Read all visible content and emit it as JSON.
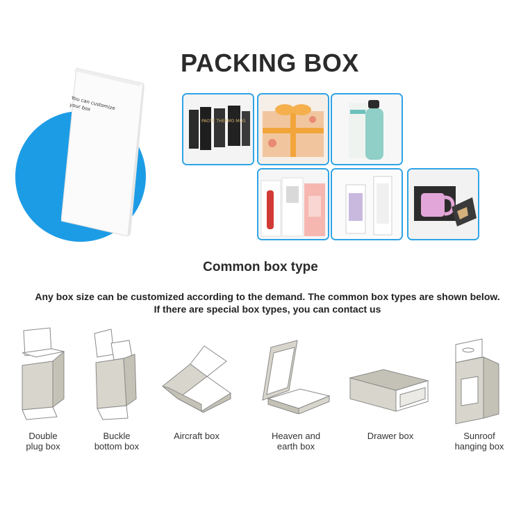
{
  "hero": {
    "box_text": "You can customize your box",
    "circle_color": "#1d9ce6"
  },
  "title": "PACKING BOX",
  "gallery": {
    "frame_color": "#2ea3e6",
    "items": [
      {
        "text": "PAOTE THERMO MUG"
      },
      {
        "text": ""
      },
      {
        "text": ""
      },
      {
        "text": ""
      },
      {
        "text": ""
      },
      {
        "text": ""
      }
    ]
  },
  "subtitle": "Common box type",
  "description": {
    "line1": "Any box size can be customized according to the demand. The common box types are shown below.",
    "line2": "If there are special box types, you can contact us"
  },
  "box_types": [
    {
      "line1": "Double",
      "line2": "plug box",
      "icon": "double-plug-box-icon"
    },
    {
      "line1": "Buckle",
      "line2": "bottom box",
      "icon": "buckle-bottom-box-icon"
    },
    {
      "line1": "Aircraft box",
      "line2": "",
      "icon": "aircraft-box-icon"
    },
    {
      "line1": "Heaven and",
      "line2": "earth box",
      "icon": "heaven-earth-box-icon"
    },
    {
      "line1": "Drawer box",
      "line2": "",
      "icon": "drawer-box-icon"
    },
    {
      "line1": "Sunroof",
      "line2": "hanging box",
      "icon": "sunroof-hanging-box-icon"
    }
  ]
}
